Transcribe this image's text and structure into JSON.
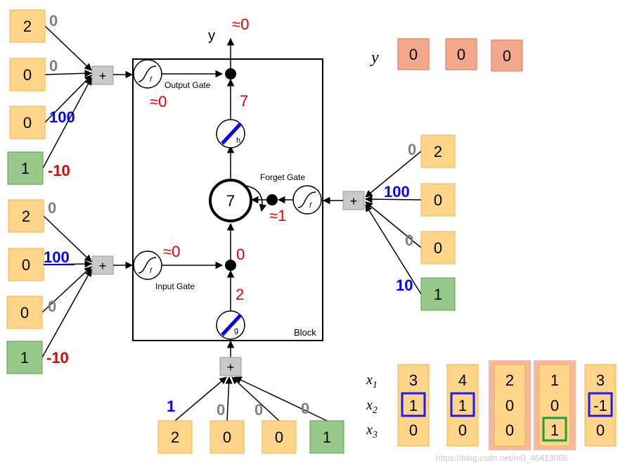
{
  "colors": {
    "input_box": "#ffd58a",
    "input_border": "#f0b24a",
    "bias_box": "#97c98a",
    "bias_border": "#5d9a52",
    "output_box": "#f4a88b",
    "output_border": "#d9734f",
    "weight_gray": "#808080",
    "weight_blue": "#0000ff",
    "weight_red": "#e00000",
    "value_red": "#e00000",
    "cell_bar": "#0000ff",
    "highlight_blue": "#1a1aff",
    "highlight_green": "#1f9e3b",
    "column_highlight": "#f4b8a0"
  },
  "output_gate": {
    "inputs": [
      "2",
      "0",
      "0",
      "1"
    ],
    "weights": [
      "0",
      "0",
      "100",
      "-10"
    ],
    "label": "Output Gate",
    "activation": "≈0"
  },
  "input_gate": {
    "inputs": [
      "2",
      "0",
      "0",
      "1"
    ],
    "weights": [
      "0",
      "100",
      "0",
      "-10"
    ],
    "label": "Input Gate",
    "activation": "≈0"
  },
  "forget_gate": {
    "inputs": [
      "2",
      "0",
      "0",
      "1"
    ],
    "weights": [
      "0",
      "100",
      "0",
      "10"
    ],
    "label": "Forget Gate",
    "activation": "≈1"
  },
  "cell_input": {
    "inputs": [
      "2",
      "0",
      "0",
      "1"
    ],
    "weights": [
      "1",
      "0",
      "0",
      "0"
    ]
  },
  "block": {
    "label": "Block",
    "memory_value": "7",
    "h_output": "7",
    "g_output": "2",
    "input_gate_product": "0",
    "y_value": "≈0",
    "y_label": "y"
  },
  "icons": {
    "sigmoid_f": "f",
    "h_label": "h",
    "g_label": "g",
    "plus": "+"
  },
  "output_sequence": {
    "label": "y",
    "values": [
      "0",
      "0",
      "0"
    ]
  },
  "input_sequence": {
    "row_labels": [
      "x1",
      "x2",
      "x3"
    ],
    "columns": [
      {
        "values": [
          "3",
          "1",
          "0"
        ],
        "highlight_row": 1,
        "highlight_color": "blue",
        "column_bg": false
      },
      {
        "values": [
          "4",
          "1",
          "0"
        ],
        "highlight_row": 1,
        "highlight_color": "blue",
        "column_bg": false
      },
      {
        "values": [
          "2",
          "0",
          "0"
        ],
        "highlight_row": -1,
        "highlight_color": "",
        "column_bg": true
      },
      {
        "values": [
          "1",
          "0",
          "1"
        ],
        "highlight_row": 2,
        "highlight_color": "green",
        "column_bg": true
      },
      {
        "values": [
          "3",
          "-1",
          "0"
        ],
        "highlight_row": 1,
        "highlight_color": "blue",
        "column_bg": false
      }
    ]
  },
  "watermark": "https://blog.csdn.net/m0_46413065"
}
